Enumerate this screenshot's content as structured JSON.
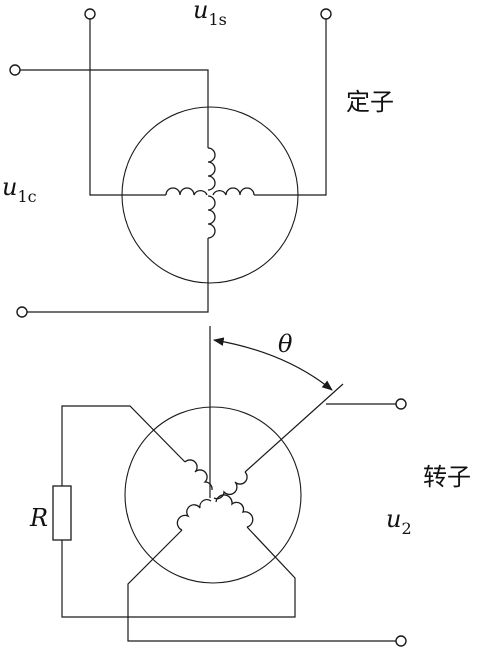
{
  "stator": {
    "voltage_sin": {
      "symbol": "u",
      "subscript": "1s"
    },
    "voltage_cos": {
      "symbol": "u",
      "subscript": "1c"
    },
    "label": "定子"
  },
  "rotor": {
    "output_voltage": {
      "symbol": "u",
      "subscript": "2"
    },
    "resistor": "R",
    "angle": "θ",
    "label": "转子"
  }
}
